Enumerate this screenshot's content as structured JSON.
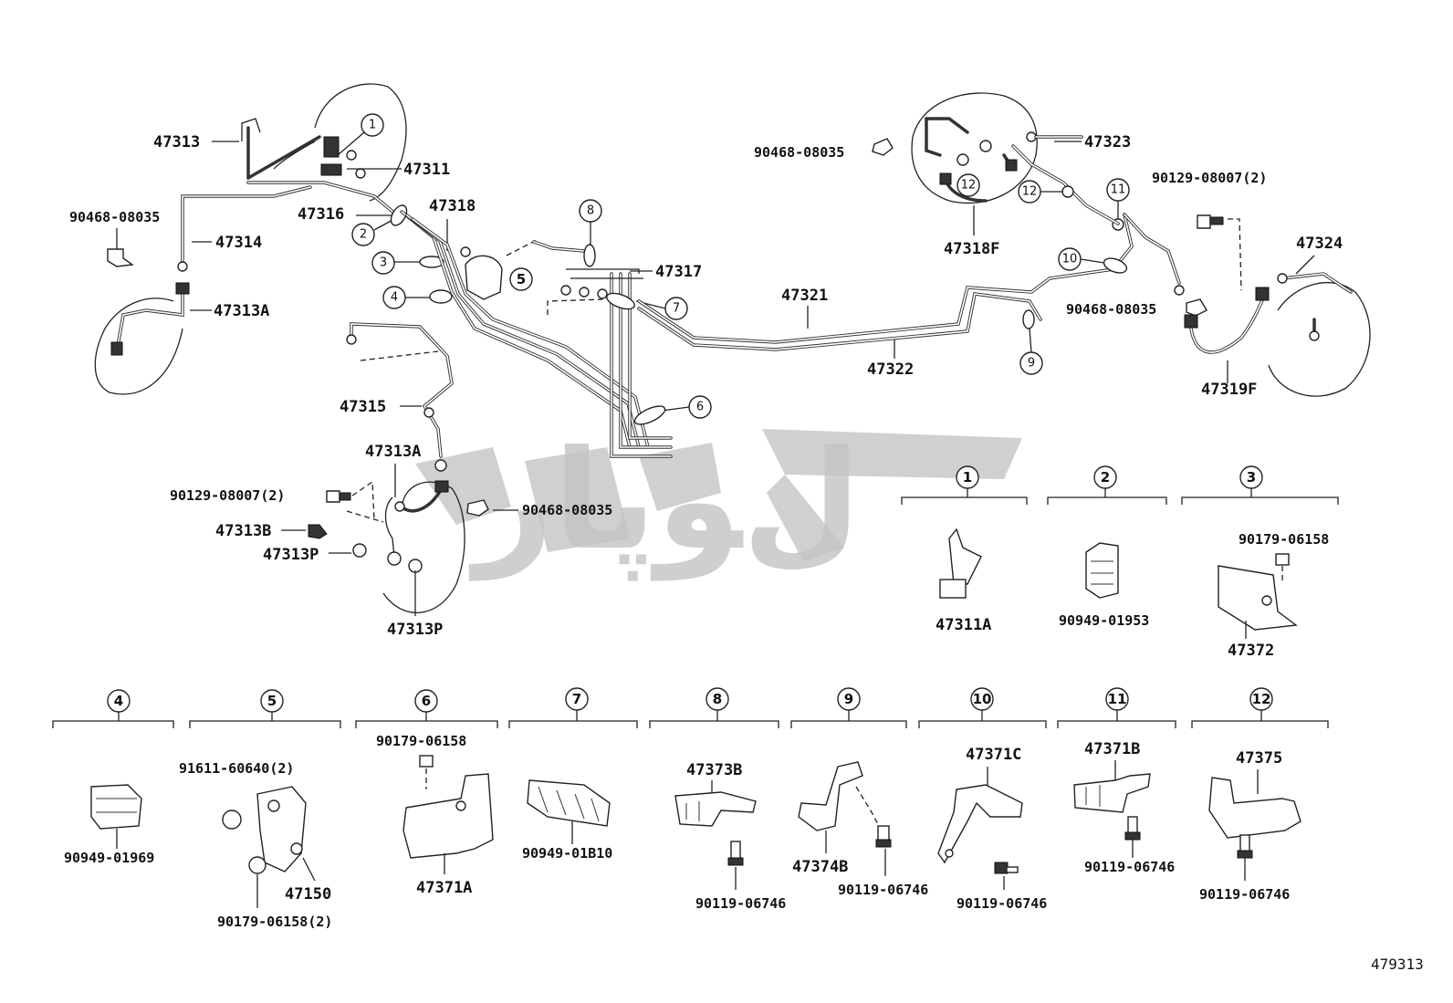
{
  "drawing_id": "479313",
  "watermark": "ﻝﻮﭘﺎﺭ",
  "callout_labels": {
    "l47313": "47313",
    "l47311": "47311",
    "l90468_a": "90468-08035",
    "l47316": "47316",
    "l47318": "47318",
    "l47314": "47314",
    "l47313A_top": "47313A",
    "l47317": "47317",
    "l47321": "47321",
    "l47322": "47322",
    "l47315": "47315",
    "l47313A_mid": "47313A",
    "l90129_a": "90129-08007(2)",
    "l90468_b": "90468-08035",
    "l47313B": "47313B",
    "l47313P_a": "47313P",
    "l47313P_b": "47313P",
    "l90468_c": "90468-08035",
    "l47323": "47323",
    "l47318F": "47318F",
    "l90129_b": "90129-08007(2)",
    "l47324": "47324",
    "l90468_d": "90468-08035",
    "l47319F": "47319F"
  },
  "circled_numbers": [
    "1",
    "2",
    "3",
    "4",
    "5",
    "6",
    "7",
    "8",
    "9",
    "10",
    "11",
    "12"
  ],
  "detail_panels": [
    {
      "num": "1",
      "parts": [
        "47311A"
      ]
    },
    {
      "num": "2",
      "parts": [
        "90949-01953"
      ]
    },
    {
      "num": "3",
      "parts": [
        "90179-06158",
        "47372"
      ]
    },
    {
      "num": "4",
      "parts": [
        "90949-01969"
      ]
    },
    {
      "num": "5",
      "parts": [
        "91611-60640(2)",
        "47150",
        "90179-06158(2)"
      ]
    },
    {
      "num": "6",
      "parts": [
        "90179-06158",
        "47371A"
      ]
    },
    {
      "num": "7",
      "parts": [
        "90949-01B10"
      ]
    },
    {
      "num": "8",
      "parts": [
        "47373B",
        "90119-06746"
      ]
    },
    {
      "num": "9",
      "parts": [
        "47374B",
        "90119-06746"
      ]
    },
    {
      "num": "10",
      "parts": [
        "47371C",
        "90119-06746"
      ]
    },
    {
      "num": "11",
      "parts": [
        "47371B",
        "90119-06746"
      ]
    },
    {
      "num": "12",
      "parts": [
        "47375",
        "90119-06746"
      ]
    }
  ]
}
